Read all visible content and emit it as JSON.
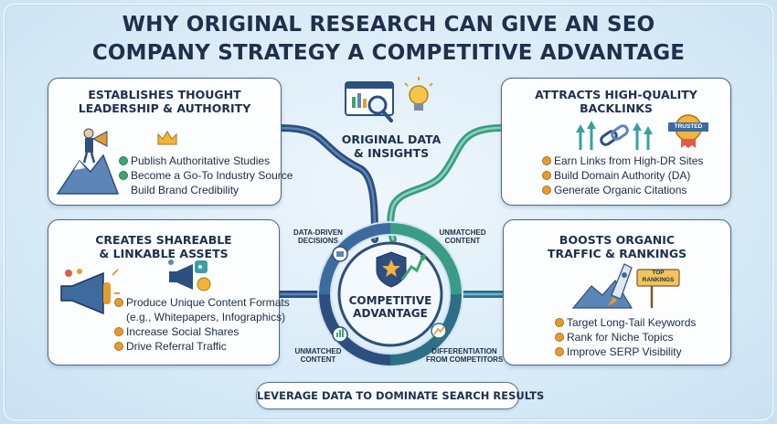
{
  "title": {
    "line1": "WHY ORIGINAL RESEARCH CAN GIVE AN SEO",
    "line2": "COMPANY STRATEGY A COMPETITIVE ADVANTAGE"
  },
  "center": {
    "top_label_line1": "ORIGINAL DATA",
    "top_label_line2": "& INSIGHTS",
    "hub_line1": "COMPETITIVE",
    "hub_line2": "ADVANTAGE",
    "ring_labels": {
      "top_left_line1": "DATA-DRIVEN",
      "top_left_line2": "DECISIONS",
      "top_right_line1": "UNMATCHED",
      "top_right_line2": "CONTENT",
      "bottom_left_line1": "UNMATCHED",
      "bottom_left_line2": "CONTENT",
      "bottom_right_line1": "DIFFERENTIATION",
      "bottom_right_line2": "FROM COMPETITORS"
    }
  },
  "cards": {
    "thought_leadership": {
      "title_line1": "ESTABLISHES THOUGHT",
      "title_line2": "LEADERSHIP & AUTHORITY",
      "items": [
        "Publish Authoritative Studies",
        "Become a Go-To Industry Source",
        "Build Brand Credibility"
      ]
    },
    "backlinks": {
      "title_line1": "ATTRACTS HIGH-QUALITY",
      "title_line2": "BACKLINKS",
      "badge": "TRUSTED",
      "items": [
        "Earn Links from High-DR Sites",
        "Build Domain Authority (DA)",
        "Generate Organic Citations"
      ]
    },
    "shareable": {
      "title_line1": "CREATES SHAREABLE",
      "title_line2": "& LINKABLE ASSETS",
      "items": [
        "Produce Unique Content Formats",
        "(e.g., Whitepapers, Infographics)",
        "Increase Social Shares",
        "Drive Referral Traffic"
      ]
    },
    "traffic": {
      "title_line1": "BOOSTS ORGANIC",
      "title_line2": "TRAFFIC & RANKINGS",
      "sign_line1": "TOP",
      "sign_line2": "RANKINGS",
      "items": [
        "Target Long-Tail Keywords",
        "Rank for Niche Topics",
        "Improve SERP Visibility"
      ]
    },
    "colors": {
      "green": "#3aa66e",
      "orange": "#e79b2e",
      "teal": "#3aa0a0",
      "navy": "#234a7a"
    }
  },
  "footer": "LEVERAGE DATA TO DOMINATE SEARCH RESULTS"
}
